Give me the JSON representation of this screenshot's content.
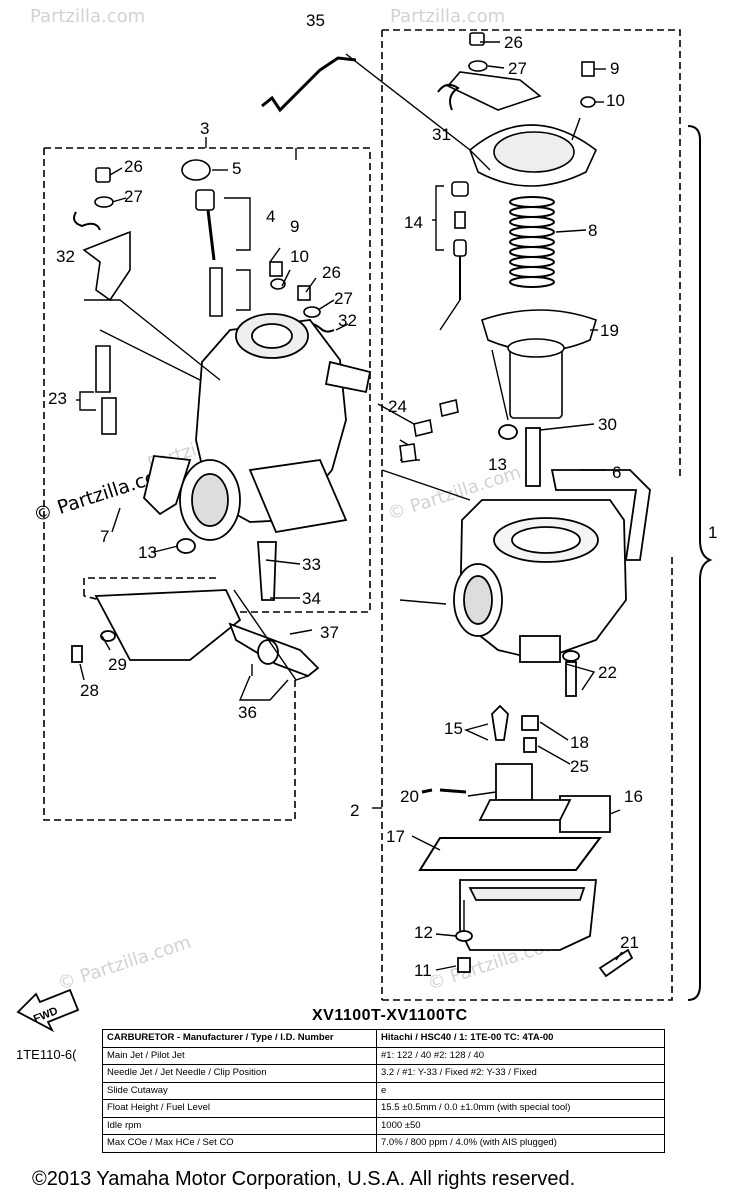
{
  "callouts": {
    "c1": "1",
    "c2": "2",
    "c3": "3",
    "c4": "4",
    "c5": "5",
    "c6": "6",
    "c7": "7",
    "c8": "8",
    "c9a": "9",
    "c9b": "9",
    "c10a": "10",
    "c10b": "10",
    "c11": "11",
    "c12": "12",
    "c13a": "13",
    "c13b": "13",
    "c14": "14",
    "c15": "15",
    "c16": "16",
    "c17": "17",
    "c18": "18",
    "c19": "19",
    "c20": "20",
    "c21": "21",
    "c22": "22",
    "c23": "23",
    "c24": "24",
    "c25": "25",
    "c26a": "26",
    "c26b": "26",
    "c26c": "26",
    "c27a": "27",
    "c27b": "27",
    "c27c": "27",
    "c28": "28",
    "c29": "29",
    "c30": "30",
    "c31": "31",
    "c32a": "32",
    "c32b": "32",
    "c33": "33",
    "c34": "34",
    "c35": "35",
    "c36": "36",
    "c37": "37"
  },
  "watermark": {
    "site": "© Partzilla.com",
    "site_short": "© Partzilla.com",
    "site_plain": "Partzilla.com"
  },
  "fwd_label": "FWD",
  "model_title": "XV1100T-XV1100TC",
  "page_code": "1TE110-6(",
  "spec_table": {
    "rows": [
      {
        "label": "CARBURETOR - Manufacturer / Type / I.D. Number",
        "value": "Hitachi / HSC40 / 1: 1TE-00        TC: 4TA-00"
      },
      {
        "label": "Main Jet / Pilot Jet",
        "value": "#1: 122 / 40          #2: 128 / 40"
      },
      {
        "label": "Needle Jet / Jet Needle / Clip Position",
        "value": "3.2 / #1: Y-33 / Fixed       #2: Y-33 / Fixed"
      },
      {
        "label": "Slide Cutaway",
        "value": "e"
      },
      {
        "label": "Float Height / Fuel Level",
        "value": "15.5 ±0.5mm / 0.0 ±1.0mm (with special tool)"
      },
      {
        "label": "Idle rpm",
        "value": "1000 ±50"
      },
      {
        "label": "Max COe / Max HCe / Set CO",
        "value": "7.0% / 800 ppm / 4.0% (with AIS plugged)"
      }
    ]
  },
  "copyright": "©2013 Yamaha Motor Corporation, U.S.A. All rights reserved."
}
